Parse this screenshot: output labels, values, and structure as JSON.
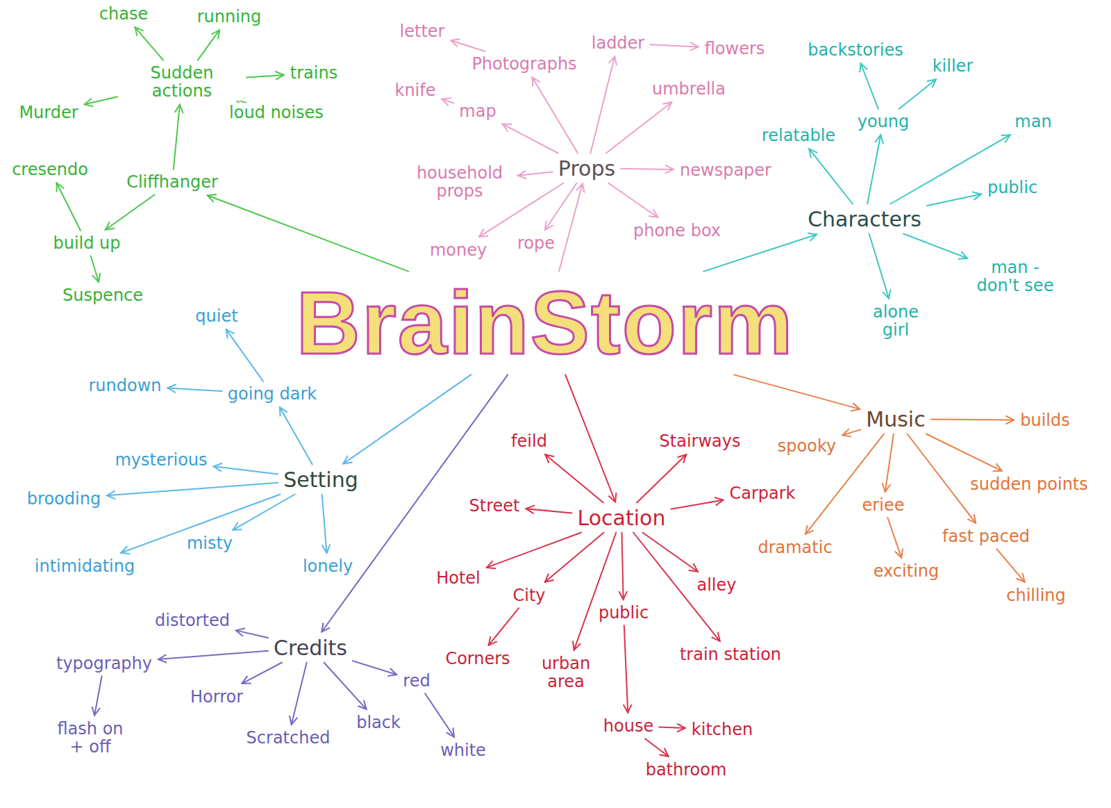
{
  "diagram": {
    "nodes": [
      {
        "text": [
          "BrainStorm"
        ]
      },
      {
        "text": [
          "Cliffhanger"
        ]
      },
      {
        "text": [
          "Sudden actions"
        ]
      },
      {
        "text": [
          "chase"
        ]
      },
      {
        "text": [
          "running"
        ]
      },
      {
        "text": [
          "trains"
        ]
      },
      {
        "text": [
          "loud noises"
        ]
      },
      {
        "text": [
          "Murder"
        ]
      },
      {
        "text": [
          "cresendo"
        ]
      },
      {
        "text": [
          "build up"
        ]
      },
      {
        "text": [
          "Suspence"
        ]
      },
      {
        "text": [
          "Props"
        ]
      },
      {
        "text": [
          "letter"
        ]
      },
      {
        "text": [
          "Photographs"
        ]
      },
      {
        "text": [
          "ladder"
        ]
      },
      {
        "text": [
          "flowers"
        ]
      },
      {
        "text": [
          "knife"
        ]
      },
      {
        "text": [
          "map"
        ]
      },
      {
        "text": [
          "umbrella"
        ]
      },
      {
        "text": [
          "household props"
        ]
      },
      {
        "text": [
          "newspaper"
        ]
      },
      {
        "text": [
          "money"
        ]
      },
      {
        "text": [
          "rope"
        ]
      },
      {
        "text": [
          "phone box"
        ]
      },
      {
        "text": [
          "Characters"
        ]
      },
      {
        "text": [
          "backstories"
        ]
      },
      {
        "text": [
          "young"
        ]
      },
      {
        "text": [
          "killer"
        ]
      },
      {
        "text": [
          "relatable"
        ]
      },
      {
        "text": [
          "man"
        ]
      },
      {
        "text": [
          "public"
        ]
      },
      {
        "text": [
          "man - don't see"
        ]
      },
      {
        "text": [
          "alone girl"
        ]
      },
      {
        "text": [
          "Music"
        ]
      },
      {
        "text": [
          "builds"
        ]
      },
      {
        "text": [
          "spooky"
        ]
      },
      {
        "text": [
          "eriee"
        ]
      },
      {
        "text": [
          "sudden points"
        ]
      },
      {
        "text": [
          "dramatic"
        ]
      },
      {
        "text": [
          "fast paced"
        ]
      },
      {
        "text": [
          "exciting"
        ]
      },
      {
        "text": [
          "chilling"
        ]
      },
      {
        "text": [
          "Location"
        ]
      },
      {
        "text": [
          "feild"
        ]
      },
      {
        "text": [
          "Stairways"
        ]
      },
      {
        "text": [
          "Carpark"
        ]
      },
      {
        "text": [
          "Street"
        ]
      },
      {
        "text": [
          "Hotel"
        ]
      },
      {
        "text": [
          "City"
        ]
      },
      {
        "text": [
          "public"
        ]
      },
      {
        "text": [
          "alley"
        ]
      },
      {
        "text": [
          "train station"
        ]
      },
      {
        "text": [
          "Corners"
        ]
      },
      {
        "text": [
          "urban area"
        ]
      },
      {
        "text": [
          "house"
        ]
      },
      {
        "text": [
          "kitchen"
        ]
      },
      {
        "text": [
          "bathroom"
        ]
      },
      {
        "text": [
          "Setting"
        ]
      },
      {
        "text": [
          "quiet"
        ]
      },
      {
        "text": [
          "going dark"
        ]
      },
      {
        "text": [
          "rundown"
        ]
      },
      {
        "text": [
          "mysterious"
        ]
      },
      {
        "text": [
          "brooding"
        ]
      },
      {
        "text": [
          "intimidating"
        ]
      },
      {
        "text": [
          "misty"
        ]
      },
      {
        "text": [
          "lonely"
        ]
      },
      {
        "text": [
          "Credits"
        ]
      },
      {
        "text": [
          "distorted"
        ]
      },
      {
        "text": [
          "typography"
        ]
      },
      {
        "text": [
          "Horror"
        ]
      },
      {
        "text": [
          "flash on + off"
        ]
      },
      {
        "text": [
          "Scratched"
        ]
      },
      {
        "text": [
          "black"
        ]
      },
      {
        "text": [
          "red"
        ]
      },
      {
        "text": [
          "white"
        ]
      }
    ],
    "edges": [
      {
        "from": 0,
        "to": 1,
        "arrow": "to"
      },
      {
        "from": 1,
        "to": 2,
        "arrow": "to"
      },
      {
        "from": 2,
        "to": 3,
        "arrow": "to"
      },
      {
        "from": 2,
        "to": 4,
        "arrow": "to"
      },
      {
        "from": 2,
        "to": 5,
        "arrow": "to"
      },
      {
        "from": 2,
        "to": 6,
        "arrow": "to"
      },
      {
        "from": 2,
        "to": 7,
        "arrow": "to"
      },
      {
        "from": 1,
        "to": 9,
        "arrow": "to"
      },
      {
        "from": 9,
        "to": 8,
        "arrow": "to"
      },
      {
        "from": 9,
        "to": 10,
        "arrow": "to"
      },
      {
        "from": 0,
        "to": 11,
        "arrow": "to"
      },
      {
        "from": 11,
        "to": 13,
        "arrow": "to"
      },
      {
        "from": 13,
        "to": 12,
        "arrow": "to"
      },
      {
        "from": 11,
        "to": 17,
        "arrow": "to"
      },
      {
        "from": 17,
        "to": 16,
        "arrow": "to"
      },
      {
        "from": 11,
        "to": 14,
        "arrow": "to"
      },
      {
        "from": 14,
        "to": 15,
        "arrow": "to"
      },
      {
        "from": 11,
        "to": 18,
        "arrow": "to"
      },
      {
        "from": 11,
        "to": 19,
        "arrow": "to"
      },
      {
        "from": 11,
        "to": 20,
        "arrow": "to"
      },
      {
        "from": 11,
        "to": 21,
        "arrow": "to"
      },
      {
        "from": 11,
        "to": 22,
        "arrow": "to"
      },
      {
        "from": 11,
        "to": 23,
        "arrow": "to"
      },
      {
        "from": 0,
        "to": 24,
        "arrow": "to"
      },
      {
        "from": 24,
        "to": 28,
        "arrow": "to"
      },
      {
        "from": 24,
        "to": 26,
        "arrow": "to"
      },
      {
        "from": 24,
        "to": 29,
        "arrow": "to"
      },
      {
        "from": 24,
        "to": 30,
        "arrow": "to"
      },
      {
        "from": 24,
        "to": 31,
        "arrow": "to"
      },
      {
        "from": 24,
        "to": 32,
        "arrow": "to"
      },
      {
        "from": 26,
        "to": 25,
        "arrow": "to"
      },
      {
        "from": 26,
        "to": 27,
        "arrow": "to"
      },
      {
        "from": 0,
        "to": 33,
        "arrow": "to"
      },
      {
        "from": 33,
        "to": 34,
        "arrow": "to"
      },
      {
        "from": 33,
        "to": 35,
        "arrow": "to"
      },
      {
        "from": 33,
        "to": 36,
        "arrow": "to"
      },
      {
        "from": 33,
        "to": 37,
        "arrow": "to"
      },
      {
        "from": 33,
        "to": 38,
        "arrow": "to"
      },
      {
        "from": 33,
        "to": 39,
        "arrow": "to"
      },
      {
        "from": 36,
        "to": 40,
        "arrow": "to"
      },
      {
        "from": 39,
        "to": 41,
        "arrow": "to"
      },
      {
        "from": 0,
        "to": 42,
        "arrow": "to"
      },
      {
        "from": 42,
        "to": 43,
        "arrow": "to"
      },
      {
        "from": 42,
        "to": 44,
        "arrow": "to"
      },
      {
        "from": 42,
        "to": 45,
        "arrow": "to"
      },
      {
        "from": 42,
        "to": 46,
        "arrow": "to"
      },
      {
        "from": 42,
        "to": 47,
        "arrow": "to"
      },
      {
        "from": 42,
        "to": 48,
        "arrow": "to"
      },
      {
        "from": 42,
        "to": 49,
        "arrow": "to"
      },
      {
        "from": 42,
        "to": 50,
        "arrow": "to"
      },
      {
        "from": 42,
        "to": 51,
        "arrow": "to"
      },
      {
        "from": 42,
        "to": 53,
        "arrow": "to"
      },
      {
        "from": 48,
        "to": 52,
        "arrow": "to"
      },
      {
        "from": 49,
        "to": 54,
        "arrow": "to"
      },
      {
        "from": 54,
        "to": 55,
        "arrow": "to"
      },
      {
        "from": 54,
        "to": 56,
        "arrow": "to"
      },
      {
        "from": 0,
        "to": 57,
        "arrow": "to"
      },
      {
        "from": 57,
        "to": 59,
        "arrow": "to"
      },
      {
        "from": 59,
        "to": 58,
        "arrow": "to"
      },
      {
        "from": 59,
        "to": 60,
        "arrow": "to"
      },
      {
        "from": 57,
        "to": 61,
        "arrow": "to"
      },
      {
        "from": 57,
        "to": 62,
        "arrow": "to"
      },
      {
        "from": 57,
        "to": 63,
        "arrow": "to"
      },
      {
        "from": 57,
        "to": 64,
        "arrow": "to"
      },
      {
        "from": 57,
        "to": 65,
        "arrow": "to"
      },
      {
        "from": 0,
        "to": 66,
        "arrow": "to"
      },
      {
        "from": 66,
        "to": 67,
        "arrow": "to"
      },
      {
        "from": 66,
        "to": 68,
        "arrow": "to"
      },
      {
        "from": 66,
        "to": 69,
        "arrow": "to"
      },
      {
        "from": 66,
        "to": 71,
        "arrow": "to"
      },
      {
        "from": 66,
        "to": 72,
        "arrow": "to"
      },
      {
        "from": 66,
        "to": 73,
        "arrow": "to"
      },
      {
        "from": 68,
        "to": 70,
        "arrow": "to"
      },
      {
        "from": 73,
        "to": 74,
        "arrow": "to"
      }
    ]
  }
}
